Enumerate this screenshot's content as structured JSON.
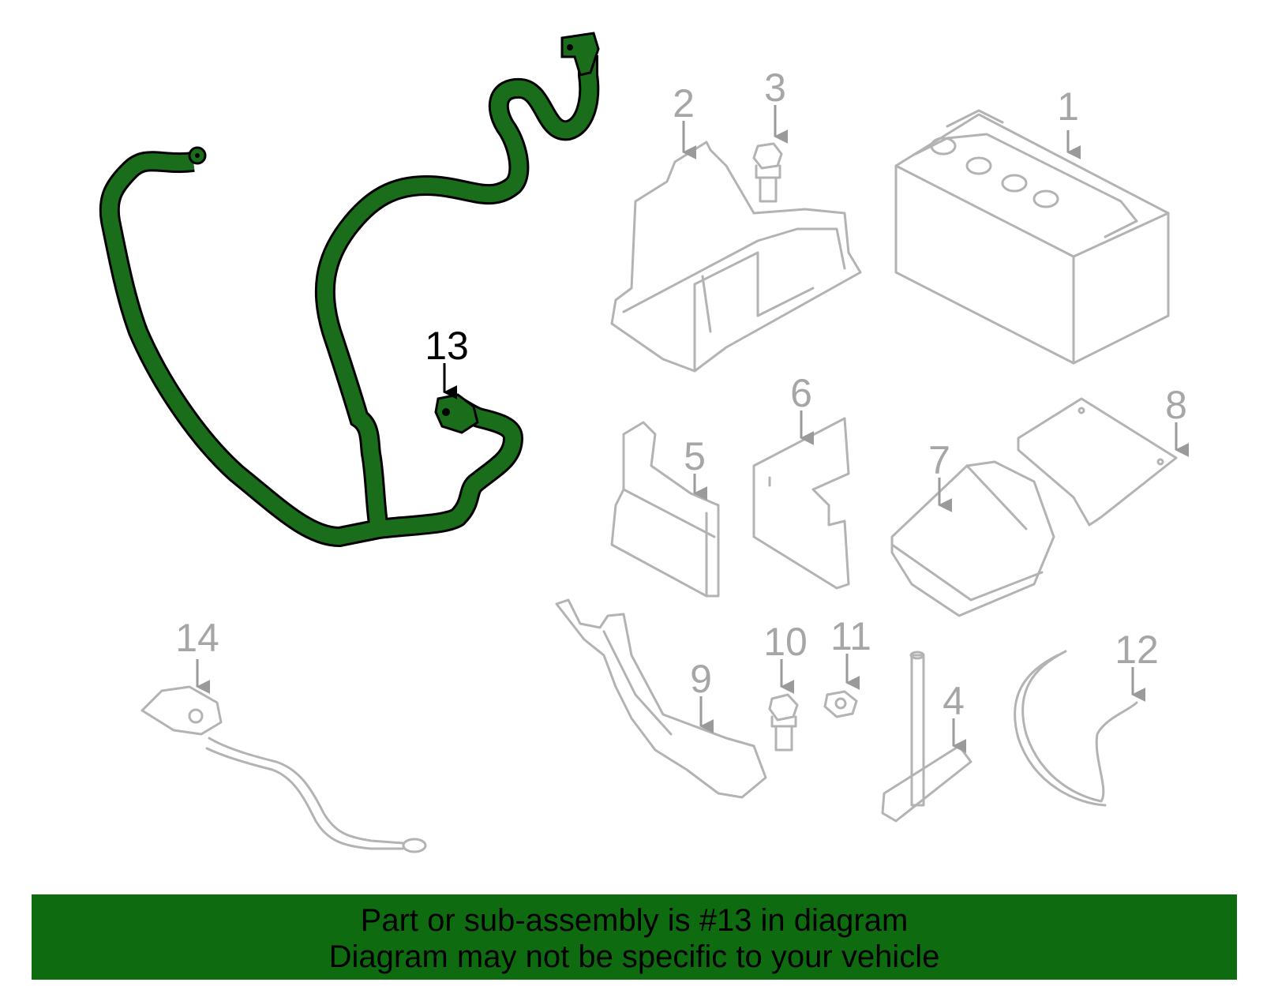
{
  "diagram": {
    "highlight_color": "#1a6d1a",
    "outline_color": "#b3b3b3",
    "callouts": [
      "1",
      "2",
      "3",
      "4",
      "5",
      "6",
      "7",
      "8",
      "9",
      "10",
      "11",
      "12",
      "13",
      "14"
    ],
    "selected_part": "13"
  },
  "banner": {
    "background": "#0f6b0f",
    "line1": "Part or sub-assembly is #13 in diagram",
    "line2": "Diagram may not be specific to your vehicle"
  }
}
